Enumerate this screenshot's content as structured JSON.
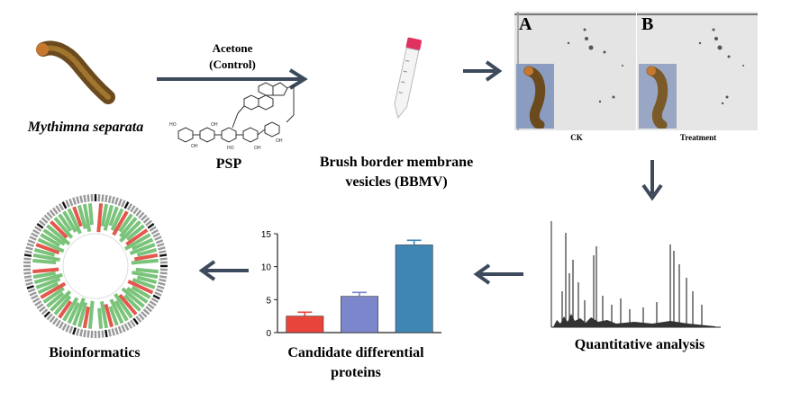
{
  "stage1": {
    "organism": "Mythimna separata",
    "treatment_top": "Acetone",
    "treatment_bottom": "(Control)",
    "compound": "PSP"
  },
  "stage2": {
    "line1": "Brush border membrane",
    "line2": "vesicles (BBMV)"
  },
  "stage3": {
    "panel_a": "A",
    "panel_b": "B",
    "caption_a": "CK",
    "caption_b": "Treatment"
  },
  "stage4": {
    "label": "Quantitative analysis"
  },
  "stage5": {
    "line1": "Candidate differential",
    "line2": "proteins",
    "chart_data": {
      "type": "bar",
      "categories": [
        "",
        "",
        ""
      ],
      "values": [
        2.5,
        5.5,
        13.3
      ],
      "errors": [
        0.6,
        0.6,
        0.7
      ],
      "ylim": [
        0,
        15
      ],
      "yticks": [
        "0",
        "5",
        "10",
        "15"
      ],
      "colors": [
        "#e8443a",
        "#7b86cc",
        "#3f86b5"
      ]
    }
  },
  "stage6": {
    "label": "Bioinformatics"
  },
  "colors": {
    "arrow": "#3d4a5c"
  }
}
